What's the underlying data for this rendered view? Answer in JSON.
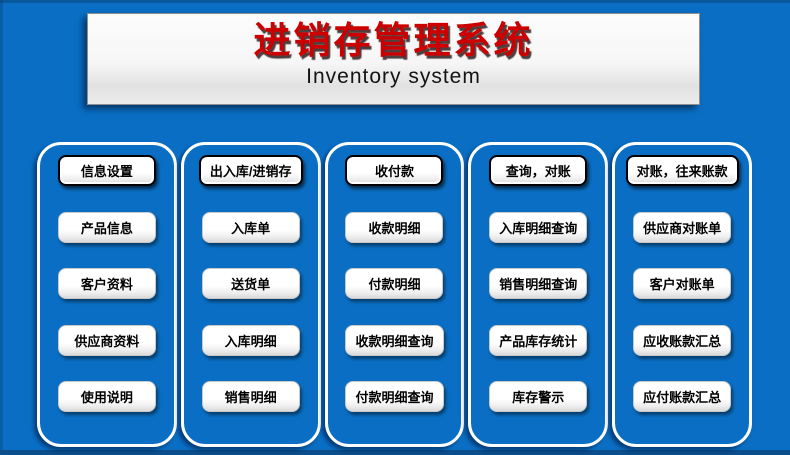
{
  "header": {
    "title": "进销存管理系统",
    "subtitle": "Inventory system"
  },
  "columns": [
    {
      "header": "信息设置",
      "items": [
        "产品信息",
        "客户资料",
        "供应商资料",
        "使用说明"
      ]
    },
    {
      "header": "出入库/进销存",
      "items": [
        "入库单",
        "送货单",
        "入库明细",
        "销售明细"
      ]
    },
    {
      "header": "收付款",
      "items": [
        "收款明细",
        "付款明细",
        "收款明细查询",
        "付款明细查询"
      ]
    },
    {
      "header": "查询，对账",
      "items": [
        "入库明细查询",
        "销售明细查询",
        "产品库存统计",
        "库存警示"
      ]
    },
    {
      "header": "对账，往来账款",
      "items": [
        "供应商对账单",
        "客户对账单",
        "应收账款汇总",
        "应付账款汇总"
      ]
    }
  ],
  "colors": {
    "background": "#0A6FC4",
    "title_red": "#CC0000",
    "button_text": "#000000",
    "panel_border": "#FFFFFF",
    "bottom_edge": "#0A4E8C"
  }
}
